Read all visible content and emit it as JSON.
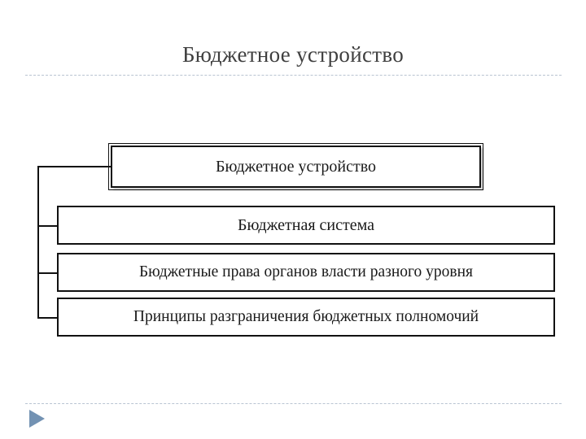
{
  "slide": {
    "title": "Бюджетное устройство",
    "accent_color": "#5b7fa6",
    "rule_color": "#b9c4d2",
    "box_border_color": "#111111",
    "text_color": "#1a1a1a",
    "title_color": "#3f3f3f"
  },
  "diagram": {
    "type": "tree",
    "root": {
      "label": "Бюджетное устройство"
    },
    "children": [
      {
        "label": "Бюджетная система"
      },
      {
        "label": "Бюджетные права органов власти разного уровня"
      },
      {
        "label": "Принципы разграничения бюджетных полномочий"
      }
    ]
  },
  "controls": {
    "play_icon": "play-triangle-icon"
  }
}
